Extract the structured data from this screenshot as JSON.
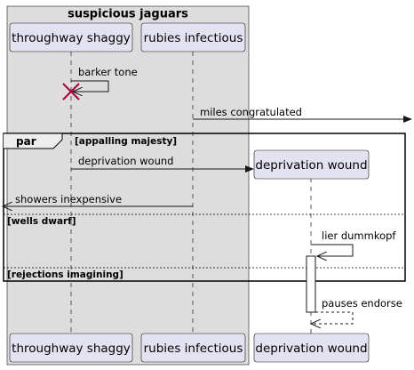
{
  "box": {
    "title": "suspicious jaguars"
  },
  "participants": {
    "throughway": "throughway shaggy",
    "rubies": "rubies infectious",
    "deprivation": "deprivation wound"
  },
  "messages": {
    "barker": "barker tone",
    "miles": "miles congratulated",
    "deprivation": "deprivation wound",
    "showers": "showers inexpensive",
    "lier": "lier dummkopf",
    "pauses": "pauses endorse"
  },
  "fragment": {
    "keyword": "par",
    "conditions": [
      "[appalling majesty]",
      "[wells dwarf]",
      "[rejections imagining]"
    ]
  },
  "colors": {
    "box_fill": "#dddddd",
    "participant_fill": "#e2e2f0",
    "participant_stroke": "#181818",
    "destroy": "#a80036"
  }
}
